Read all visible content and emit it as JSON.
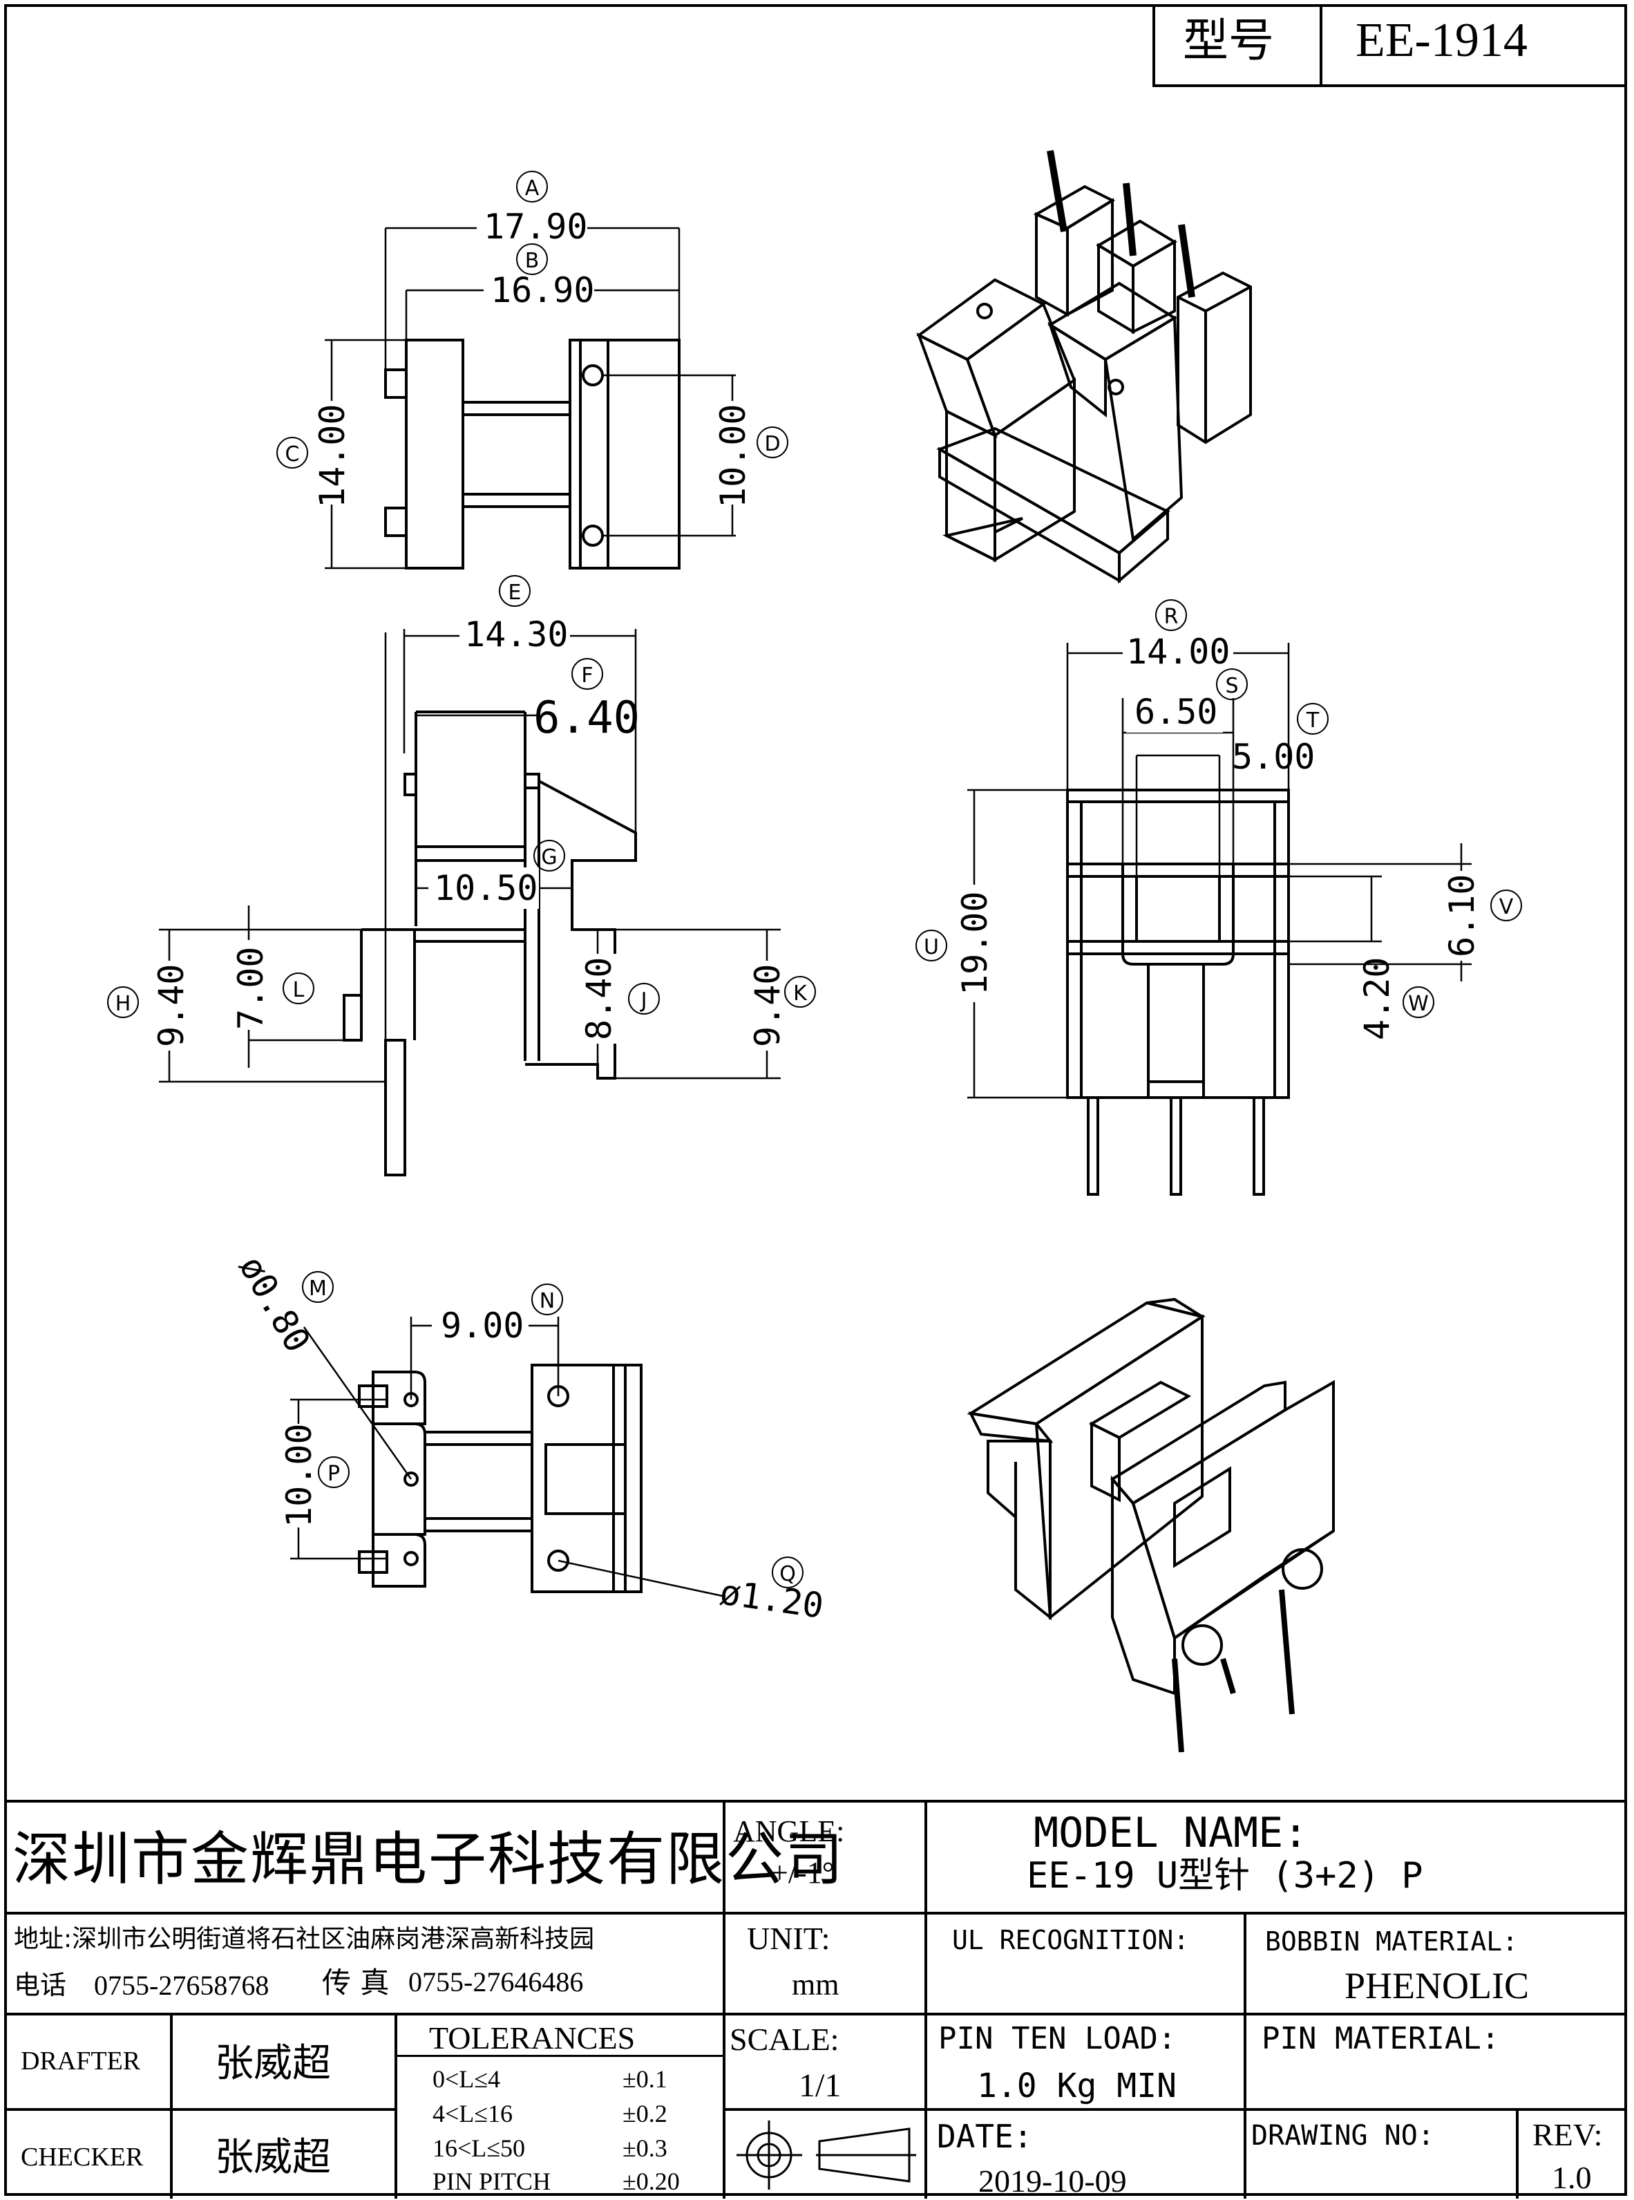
{
  "header": {
    "type_label": "型号",
    "model": "EE-1914"
  },
  "dimensions": {
    "A": "17.90",
    "B": "16.90",
    "C": "14.00",
    "D": "10.00",
    "E": "14.30",
    "F": "6.40",
    "G": "10.50",
    "H": "9.40",
    "L": "7.00",
    "J": "8.40",
    "K": "9.40",
    "R": "14.00",
    "S": "6.50",
    "T": "5.00",
    "U": "19.00",
    "V": "6.10",
    "W": "4.20",
    "M": "ø0.80",
    "N": "9.00",
    "P": "10.00",
    "Q": "ø1.20"
  },
  "callouts": [
    "A",
    "B",
    "C",
    "D",
    "E",
    "F",
    "G",
    "H",
    "L",
    "J",
    "K",
    "R",
    "S",
    "T",
    "U",
    "V",
    "W",
    "M",
    "N",
    "P",
    "Q"
  ],
  "title_block": {
    "company": "深圳市金辉鼎电子科技有限公司",
    "address": "地址:深圳市公明街道将石社区油麻岗港深高新科技园",
    "phone_label": "电话",
    "phone": "0755-27658768",
    "fax_label": "传 真",
    "fax": "0755-27646486",
    "angle_label": "ANGLE:",
    "angle_value": "+/-1°",
    "model_name_label": "MODEL NAME:",
    "model_name_value": "EE-19  U型针 (3+2) P",
    "unit_label": "UNIT:",
    "unit_value": "mm",
    "ul_label": "UL RECOGNITION:",
    "bobbin_label": "BOBBIN MATERIAL:",
    "bobbin_value": "PHENOLIC",
    "drafter_label": "DRAFTER",
    "drafter_name": "张威超",
    "checker_label": "CHECKER",
    "checker_name": "张威超",
    "tolerances_label": "TOLERANCES",
    "tolerances": [
      {
        "range": "0<L≤4",
        "value": "±0.1"
      },
      {
        "range": "4<L≤16",
        "value": "±0.2"
      },
      {
        "range": "16<L≤50",
        "value": "±0.3"
      },
      {
        "range": "PIN PITCH",
        "value": "±0.20"
      }
    ],
    "scale_label": "SCALE:",
    "scale_value": "1/1",
    "pin_load_label": "PIN TEN LOAD:",
    "pin_load_value": "1.0 Kg MIN",
    "pin_material_label": "PIN MATERIAL:",
    "date_label": "DATE:",
    "date_value": "2019-10-09",
    "drawing_no_label": "DRAWING NO:",
    "rev_label": "REV:",
    "rev_value": "1.0"
  }
}
